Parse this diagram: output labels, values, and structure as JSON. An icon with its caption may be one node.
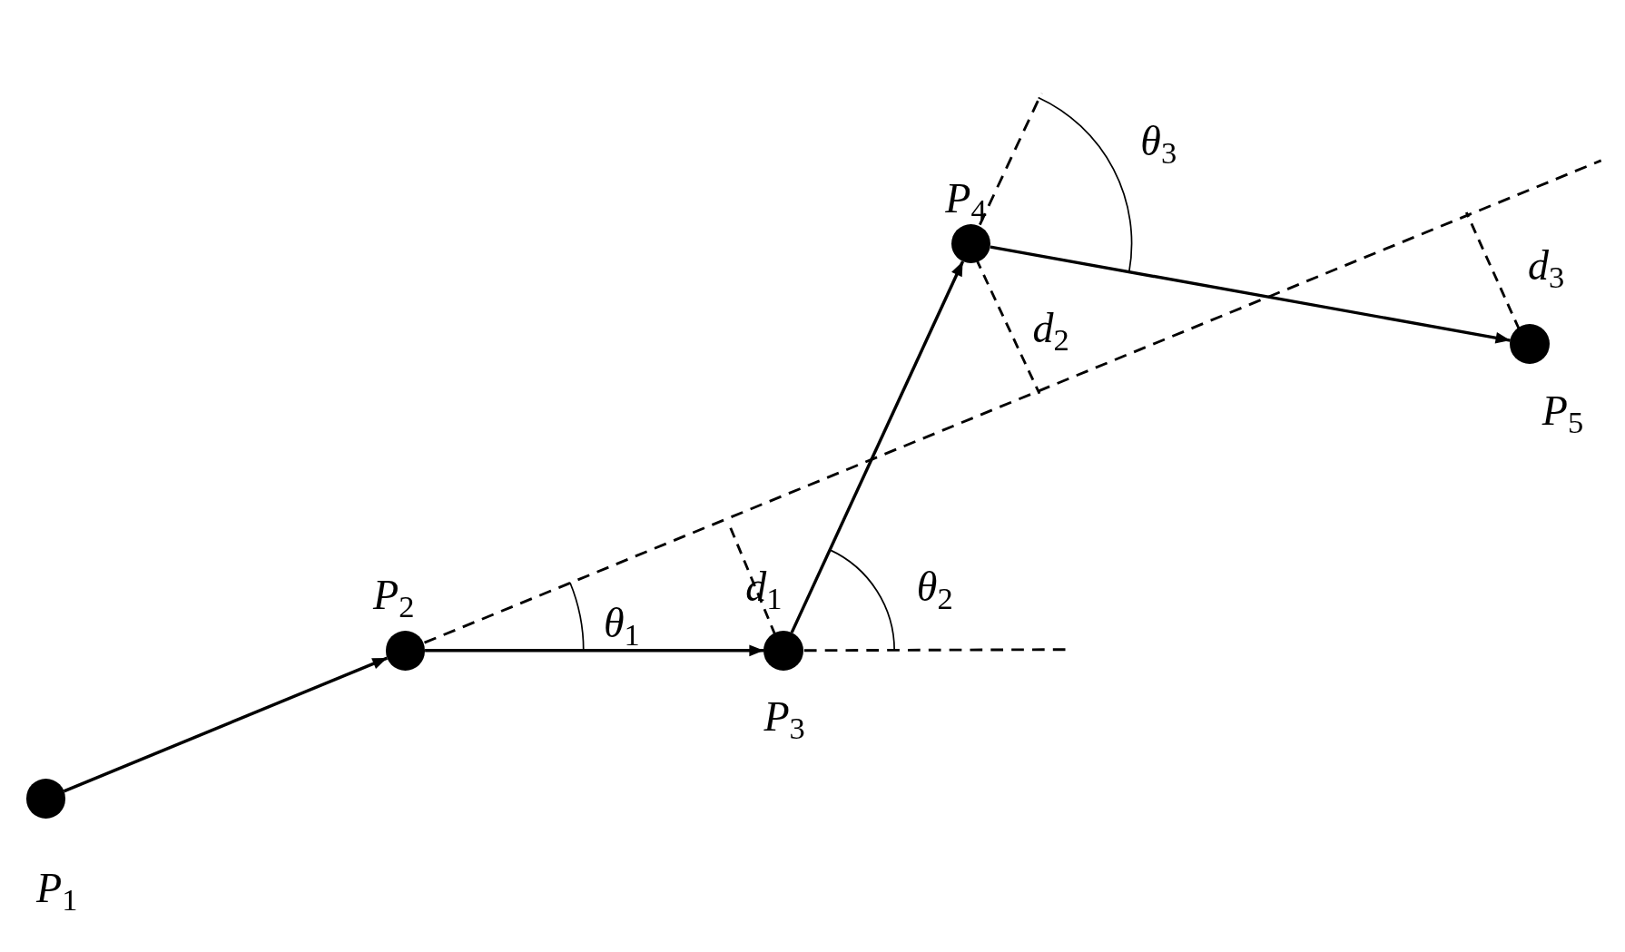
{
  "diagram": {
    "nodes": [
      {
        "text": [],
        "shape": "circle",
        "beside": [
          "*P*$_{1}$"
        ]
      },
      {
        "text": [],
        "shape": "circle",
        "beside": [
          "*P*$_{2}$"
        ]
      },
      {
        "text": [],
        "shape": "circle",
        "beside": [
          "*P*$_{3}$"
        ]
      },
      {
        "text": [],
        "shape": "circle",
        "beside": [
          "*P*$_{4}$"
        ]
      },
      {
        "text": [],
        "shape": "circle",
        "beside": [
          "*P*$_{5}$"
        ]
      }
    ],
    "edges": [
      {
        "from": 0,
        "to": 1,
        "arrow": "to"
      },
      {
        "from": 1,
        "to": 2,
        "arrow": "to"
      },
      {
        "from": 2,
        "to": 3,
        "arrow": "to"
      },
      {
        "from": 3,
        "to": 4,
        "arrow": "to"
      }
    ],
    "labels": [
      "*θ*$_{3}$",
      "*d*$_{3}$",
      "*d*$_{2}$",
      "*d*$_{1}$",
      "*θ*$_{2}$",
      "*θ*$_{1}$"
    ]
  }
}
